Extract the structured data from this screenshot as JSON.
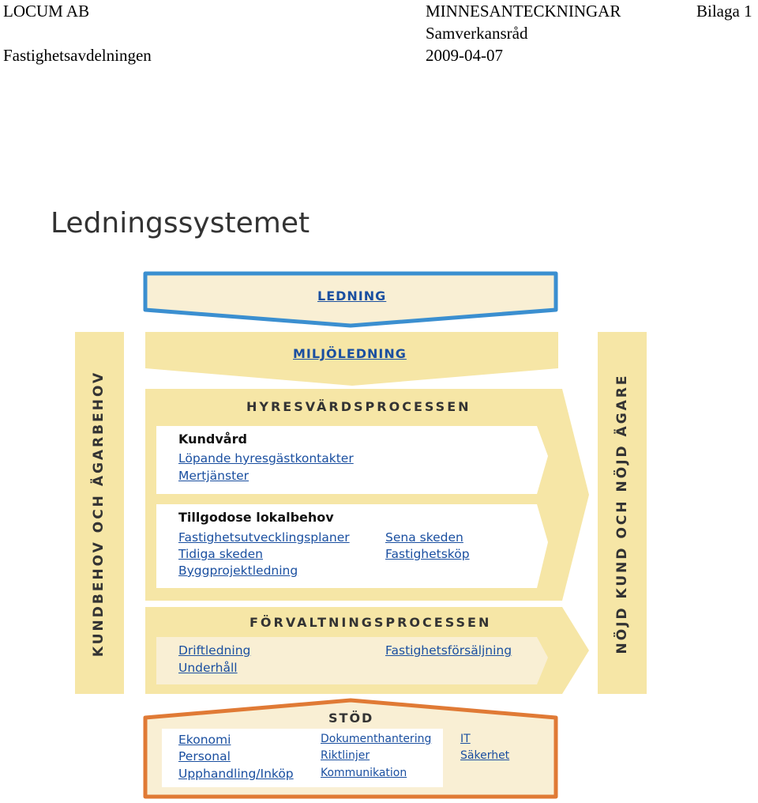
{
  "header": {
    "company": "LOCUM AB",
    "department": "Fastighetsavdelningen",
    "doc_type": "MINNESANTECKNINGAR",
    "meeting": "Samverkansråd",
    "date": "2009-04-07",
    "attachment": "Bilaga 1"
  },
  "diagram": {
    "title": "Ledningssystemet",
    "ledning": "LEDNING",
    "miljoledning": "MILJÖLEDNING",
    "left_side": "KUNDBEHOV OCH ÄGARBEHOV",
    "right_side": "NÖJD KUND OCH NÖJD ÄGARE",
    "hyresvard": {
      "heading": "HYRESVÄRDSPROCESSEN",
      "kundvard": {
        "heading": "Kundvård",
        "links": [
          "Löpande hyresgästkontakter",
          "Mertjänster"
        ]
      },
      "tillgodose": {
        "heading": "Tillgodose lokalbehov",
        "links_left": [
          "Fastighetsutvecklingsplaner",
          "Tidiga skeden",
          "Byggprojektledning"
        ],
        "links_right": [
          "Sena skeden",
          "Fastighetsköp"
        ]
      }
    },
    "forvaltning": {
      "heading": "FÖRVALTNINGSPROCESSEN",
      "links_left": [
        "Driftledning",
        "Underhåll"
      ],
      "links_right": [
        "Fastighetsförsäljning"
      ]
    },
    "stod": {
      "heading": "STÖD",
      "col1": [
        "Ekonomi",
        "Personal",
        "Upphandling/Inköp"
      ],
      "col2": [
        "Dokumenthantering",
        "Riktlinjer",
        "Kommunikation"
      ],
      "col3": [
        "IT",
        "Säkerhet"
      ]
    },
    "colors": {
      "ledning_border": "#3b8fd0",
      "stod_border": "#e07a35",
      "cream": "#f9efd4",
      "yellow": "#f6e6a6",
      "link": "#1a4fa0"
    }
  }
}
